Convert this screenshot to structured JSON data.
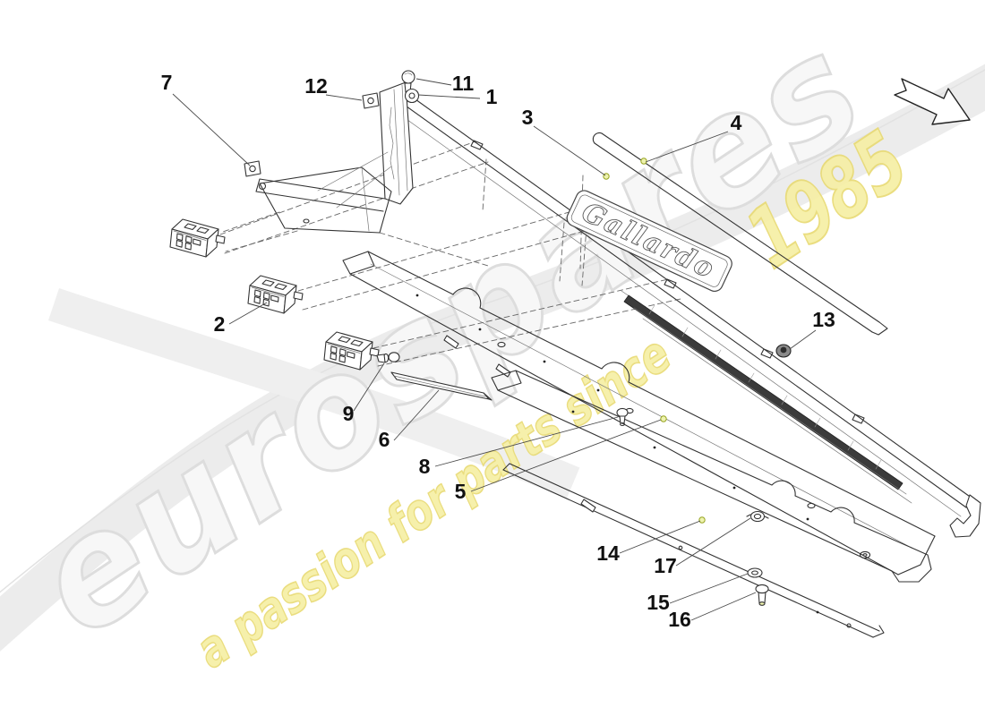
{
  "watermark": {
    "brand": "eurospares",
    "tagline": "a passion for parts since",
    "year": "1985",
    "brand_fill": "#f7f7f7",
    "brand_stroke": "#dddddd",
    "accent_fill": "#f6efa3",
    "accent_stroke": "#e8da72",
    "swoosh_color": "#ececec"
  },
  "diagram": {
    "sill_plate_logo": "Gallardo",
    "line_color": "#333333",
    "seal_color": "#3b3b3b",
    "marker_color": "#eef3ae",
    "marker_stroke": "#97a421",
    "callouts": [
      {
        "label": "1"
      },
      {
        "label": "2"
      },
      {
        "label": "3"
      },
      {
        "label": "4"
      },
      {
        "label": "5"
      },
      {
        "label": "6"
      },
      {
        "label": "7"
      },
      {
        "label": "8"
      },
      {
        "label": "9"
      },
      {
        "label": "11"
      },
      {
        "label": "12"
      },
      {
        "label": "13"
      },
      {
        "label": "14"
      },
      {
        "label": "15"
      },
      {
        "label": "16"
      },
      {
        "label": "17"
      }
    ]
  }
}
